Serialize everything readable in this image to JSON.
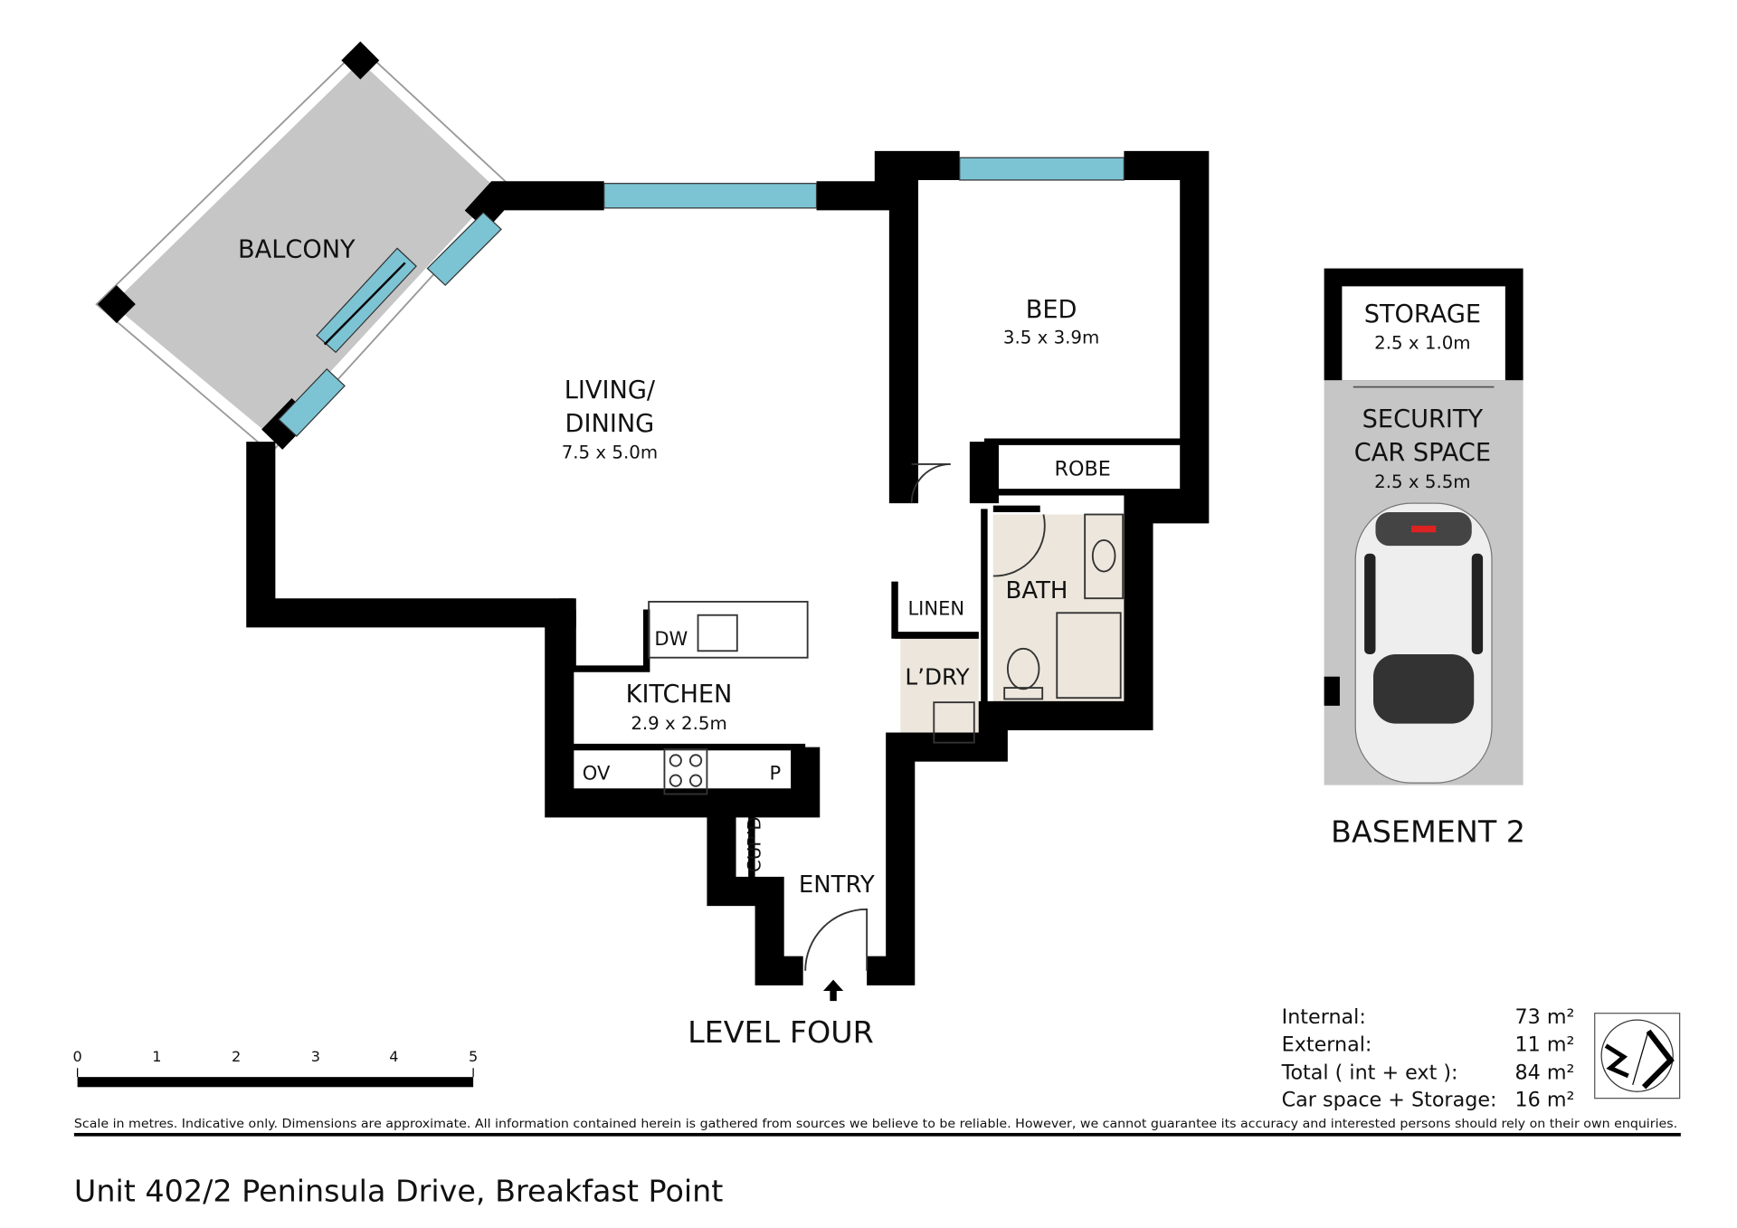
{
  "rooms": {
    "balcony": {
      "name": "BALCONY"
    },
    "living": {
      "name1": "LIVING/",
      "name2": "DINING",
      "dims": "7.5 x 5.0m"
    },
    "bed": {
      "name": "BED",
      "dims": "3.5 x 3.9m"
    },
    "robe": {
      "name": "ROBE"
    },
    "bath": {
      "name": "BATH"
    },
    "linen": {
      "name": "LINEN"
    },
    "laundry": {
      "name": "L’DRY"
    },
    "kitchen": {
      "name": "KITCHEN",
      "dims": "2.9 x 2.5m",
      "dw": "DW",
      "ov": "OV",
      "p": "P"
    },
    "cupboard": {
      "name": "CUP’D"
    },
    "entry": {
      "name": "ENTRY"
    },
    "storage": {
      "name": "STORAGE",
      "dims": "2.5 x 1.0m"
    },
    "car": {
      "name1": "SECURITY",
      "name2": "CAR SPACE",
      "dims": "2.5 x 5.5m"
    }
  },
  "level_label": "LEVEL FOUR",
  "basement_label": "BASEMENT 2",
  "scale": {
    "ticks": [
      "0",
      "1",
      "2",
      "3",
      "4",
      "5"
    ]
  },
  "areas": [
    {
      "label": "Internal:",
      "value": "73 m²"
    },
    {
      "label": "External:",
      "value": "11 m²"
    },
    {
      "label": "Total ( int + ext ):",
      "value": "84 m²"
    },
    {
      "label": "Car space + Storage:",
      "value": "16 m²"
    }
  ],
  "disclaimer": "Scale in metres. Indicative only. Dimensions are approximate. All information contained herein is gathered from sources we believe to be reliable. However, we cannot guarantee its accuracy and interested persons should rely on their own enquiries.",
  "address": "Unit 402/2 Peninsula Drive, Breakfast Point",
  "colors": {
    "wall": "#000000",
    "window": "#7cc4d4",
    "balcony": "#c6c6c6",
    "tile": "#ece6dc"
  }
}
